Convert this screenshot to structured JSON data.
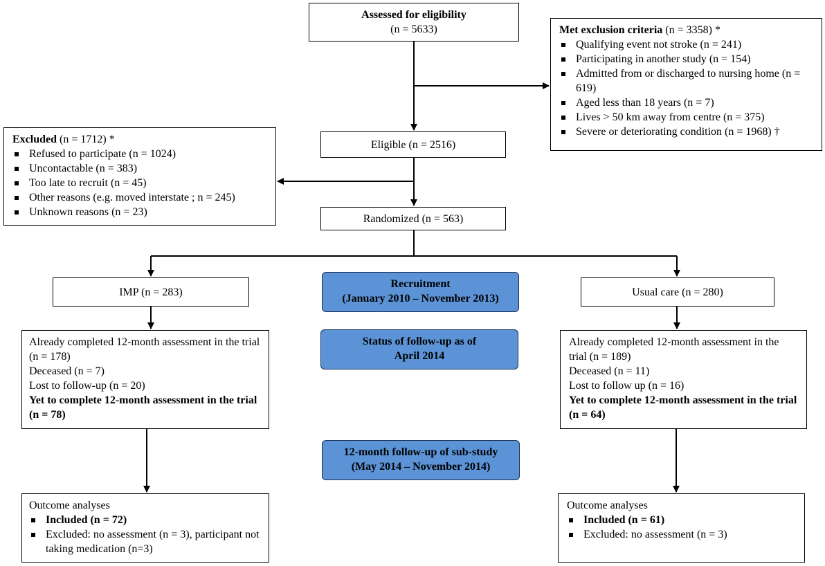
{
  "assessed": {
    "title": "Assessed for eligibility",
    "count": "(n = 5633)"
  },
  "met_exclusion": {
    "title": "Met exclusion criteria",
    "title_suffix": " (n = 3358) *",
    "items": [
      "Qualifying event not stroke (n = 241)",
      "Participating in another study (n = 154)",
      "Admitted from or discharged to nursing home (n = 619)",
      "Aged less than 18 years (n = 7)",
      "Lives > 50 km away from centre (n = 375)",
      "Severe or deteriorating condition (n = 1968) †"
    ]
  },
  "excluded": {
    "title": "Excluded",
    "title_suffix": " (n = 1712) *",
    "items": [
      "Refused to participate (n = 1024)",
      "Uncontactable (n = 383)",
      "Too late to recruit (n = 45)",
      "Other reasons (e.g. moved interstate ; n = 245)",
      "Unknown reasons (n = 23)"
    ]
  },
  "eligible": "Eligible (n = 2516)",
  "randomized": "Randomized (n = 563)",
  "imp": "IMP (n = 283)",
  "usual_care": "Usual care (n = 280)",
  "phases": {
    "recruitment": {
      "line1": "Recruitment",
      "line2": "(January 2010 – November 2013)"
    },
    "followup_status": {
      "line1": "Status of follow-up as of",
      "line2": "April 2014"
    },
    "substudy": {
      "line1": "12-month follow-up of sub-study",
      "line2": "(May 2014 – November 2014)"
    }
  },
  "imp_status": {
    "completed": "Already completed 12-month assessment in the trial (n = 178)",
    "deceased": "Deceased (n = 7)",
    "lost": "Lost to follow-up (n = 20)",
    "yet": "Yet to complete 12-month assessment in the trial (n = 78)"
  },
  "uc_status": {
    "completed": "Already completed 12-month assessment in the trial (n = 189)",
    "deceased": "Deceased (n = 11)",
    "lost": "Lost to follow up (n = 16)",
    "yet": "Yet to complete 12-month assessment in the trial (n = 64)"
  },
  "imp_outcome": {
    "title": "Outcome analyses",
    "included": "Included (n = 72)",
    "excluded": "Excluded: no assessment (n = 3), participant not taking medication (n=3)"
  },
  "uc_outcome": {
    "title": "Outcome analyses",
    "included": "Included (n = 61)",
    "excluded": "Excluded: no assessment (n = 3)"
  },
  "colors": {
    "phase_fill": "#5b93d6",
    "phase_border": "#1a2f55",
    "line": "#000000"
  }
}
